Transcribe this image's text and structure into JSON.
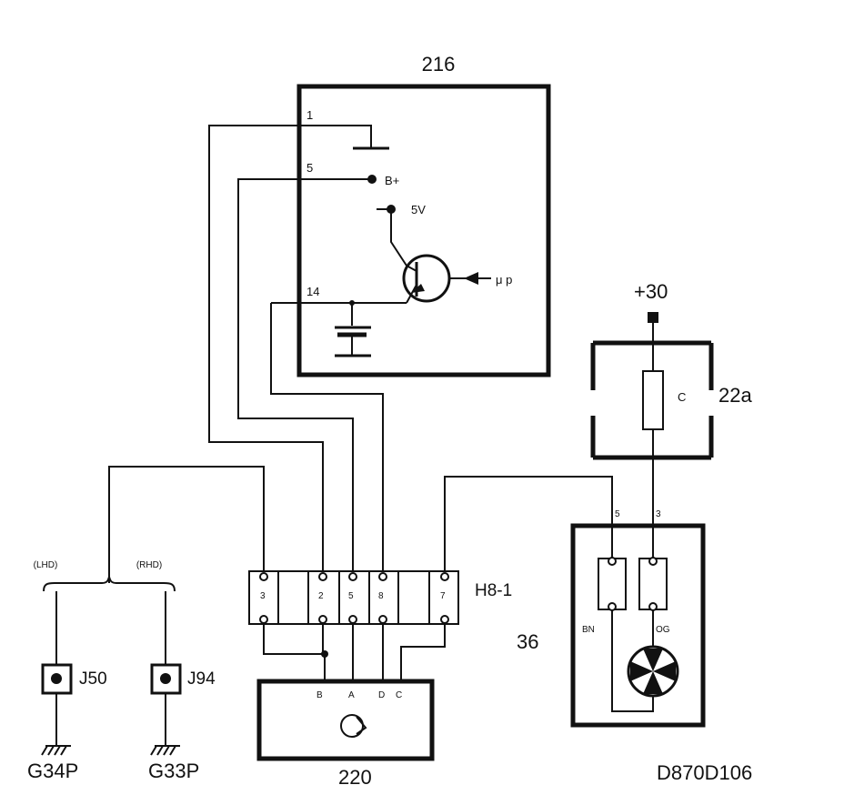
{
  "components": {
    "ecu": {
      "ref": "216",
      "pin1": "1",
      "pin5": "5",
      "pin14": "14",
      "bplus": "B+",
      "five_v": "5V",
      "micro": "μ p"
    },
    "connector": {
      "ref": "H8-1",
      "pins": [
        "3",
        "2",
        "5",
        "8",
        "7"
      ]
    },
    "sensor": {
      "ref": "220",
      "pins": [
        "B",
        "A",
        "D",
        "C"
      ]
    },
    "fuse_box": {
      "ref": "22a",
      "fuse": "C",
      "supply": "+30"
    },
    "relay": {
      "ref": "36",
      "pin5": "5",
      "pin3": "3",
      "bn": "BN",
      "og": "OG"
    },
    "ground_left": {
      "variant": "(LHD)",
      "joint": "J50",
      "ground": "G34P"
    },
    "ground_right": {
      "variant": "(RHD)",
      "joint": "J94",
      "ground": "G33P"
    },
    "drawing_id": "D870D106"
  }
}
